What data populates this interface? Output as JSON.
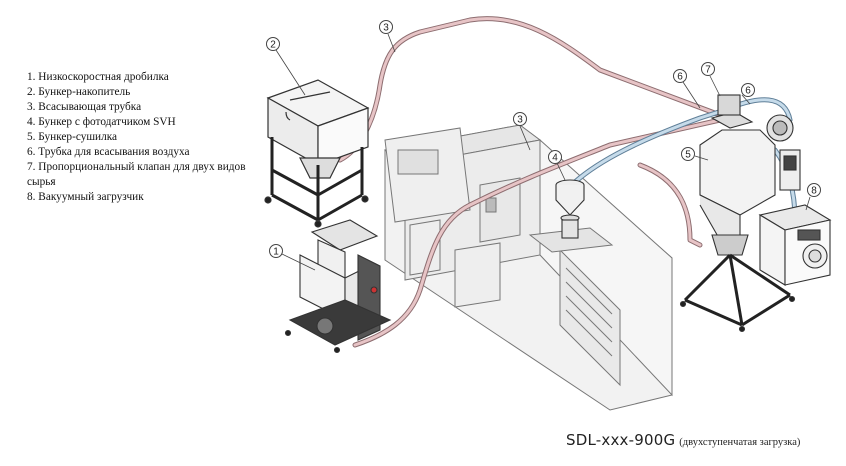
{
  "legend": [
    "1. Низкоскоростная дробилка",
    "2. Бункер-накопитель",
    "3. Всасывающая трубка",
    "4. Бункер с фотодатчиком SVH",
    "5. Бункер-сушилка",
    "6. Трубка для всасывания воздуха",
    "7. Пропорциональный клапан для двух видов сырья",
    "8. Вакуумный загрузчик"
  ],
  "callouts": [
    "1",
    "2",
    "3",
    "3",
    "4",
    "5",
    "6",
    "6",
    "7",
    "8"
  ],
  "caption": {
    "model": "SDL-xxx-900G",
    "subtitle": "(двухступенчатая загрузка)"
  },
  "colors": {
    "suction_tube": "#c98f93",
    "air_tube": "#8fb1c9",
    "outline": "#555555",
    "machine_fill": "#f1f1f1"
  }
}
